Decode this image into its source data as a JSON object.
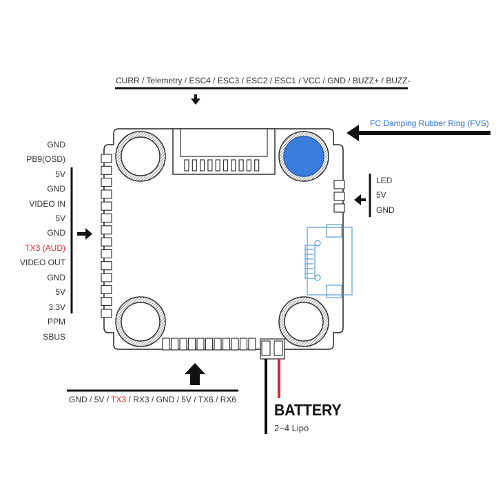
{
  "top_connector": {
    "label": "CURR / Telemetry / ESC4 / ESC3 / ESC2 / ESC1 / VCC / GND / BUZZ+ / BUZZ-"
  },
  "fvs": {
    "label": "FC Damping Rubber Ring (FVS)",
    "color": "#2a6fd6",
    "fill_color": "#3b7ddd"
  },
  "left_pins": [
    "GND",
    "PB9(OSD)",
    "5V",
    "GND",
    "VIDEO IN",
    "5V",
    "GND",
    "TX3 (AUD)",
    "VIDEO OUT",
    "GND",
    "5V",
    "3.3V",
    "PPM",
    "SBUS"
  ],
  "left_highlight": "TX3 (AUD)",
  "right_pins": [
    "LED",
    "5V",
    "GND"
  ],
  "bottom_connector": {
    "parts": [
      "GND",
      "5V",
      "TX3",
      "RX3",
      "GND",
      "5V",
      "TX6",
      "RX6"
    ],
    "separator": " / ",
    "highlight": "TX3"
  },
  "battery": {
    "title": "BATTERY",
    "subtitle": "2~4 Lipo",
    "wire_colors": [
      "#111111",
      "#e0262a"
    ]
  },
  "colors": {
    "accent_red": "#e0262a",
    "usb_blue": "#5b9bd5",
    "line": "#111111"
  }
}
